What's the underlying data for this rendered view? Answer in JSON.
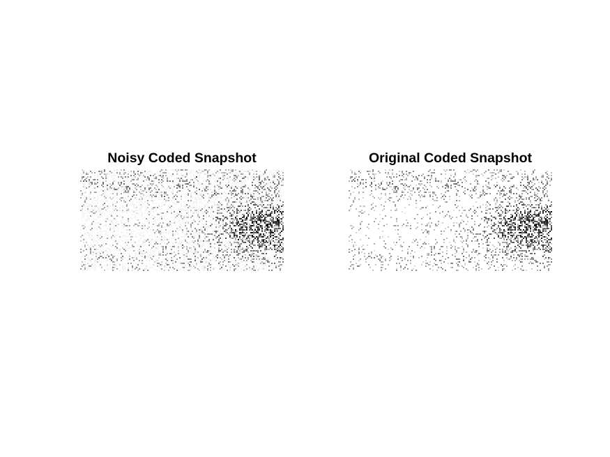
{
  "figure": {
    "panels": [
      {
        "title": "Noisy Coded Snapshot"
      },
      {
        "title": "Original Coded Snapshot"
      }
    ]
  },
  "colors": {
    "background": "#ffffff",
    "title_text": "#000000",
    "colormap": "gray"
  }
}
